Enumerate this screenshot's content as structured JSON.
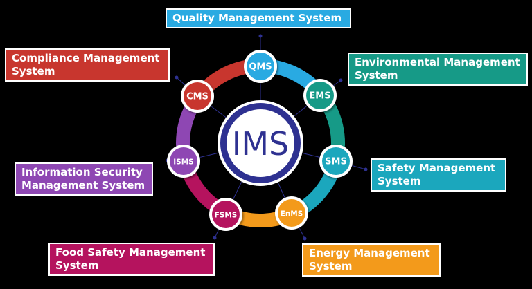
{
  "hub": {
    "abbr": "IMS",
    "color": "#2e3191"
  },
  "nodes": [
    {
      "abbr": "QMS",
      "name": "Quality Management System",
      "color": "#29aae2"
    },
    {
      "abbr": "EMS",
      "name": "Environmental Management System",
      "color": "#169a87"
    },
    {
      "abbr": "SMS",
      "name": "Safety Management System",
      "color": "#1ba7bd"
    },
    {
      "abbr": "EnMS",
      "name": "Energy Management System",
      "color": "#f39a1b"
    },
    {
      "abbr": "FSMS",
      "name": "Food Safety Management System",
      "color": "#b5135e"
    },
    {
      "abbr": "ISMS",
      "name": "Information Security Management System",
      "color": "#8e47b3"
    },
    {
      "abbr": "CMS",
      "name": "Compliance Management System",
      "color": "#c8362e"
    }
  ]
}
